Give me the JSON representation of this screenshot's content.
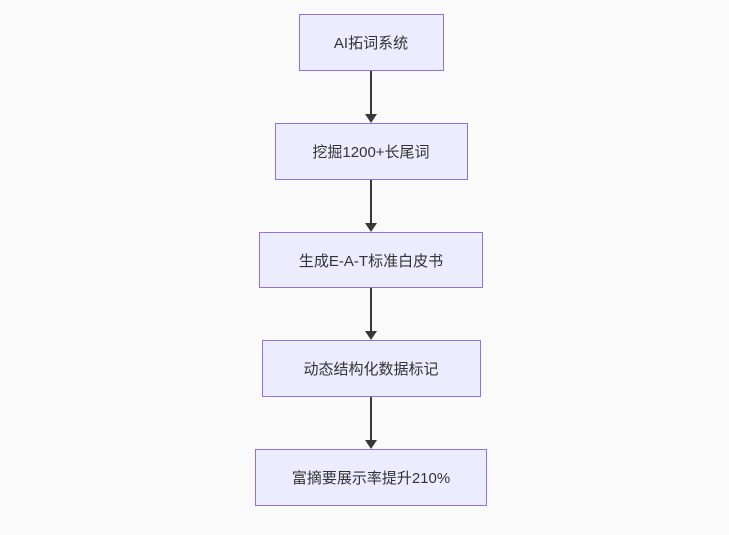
{
  "diagram": {
    "type": "flowchart",
    "direction": "top-down",
    "nodes": [
      {
        "id": "n1",
        "label": "AI拓词系统"
      },
      {
        "id": "n2",
        "label": "挖掘1200+长尾词"
      },
      {
        "id": "n3",
        "label": "生成E-A-T标准白皮书"
      },
      {
        "id": "n4",
        "label": "动态结构化数据标记"
      },
      {
        "id": "n5",
        "label": "富摘要展示率提升210%"
      }
    ],
    "edges": [
      {
        "from": "n1",
        "to": "n2"
      },
      {
        "from": "n2",
        "to": "n3"
      },
      {
        "from": "n3",
        "to": "n4"
      },
      {
        "from": "n4",
        "to": "n5"
      }
    ],
    "colors": {
      "background": "#FAFAFA",
      "node_fill": "#ECECFF",
      "node_border": "#9370DB",
      "node_text": "#333333",
      "arrow": "#383838"
    }
  }
}
